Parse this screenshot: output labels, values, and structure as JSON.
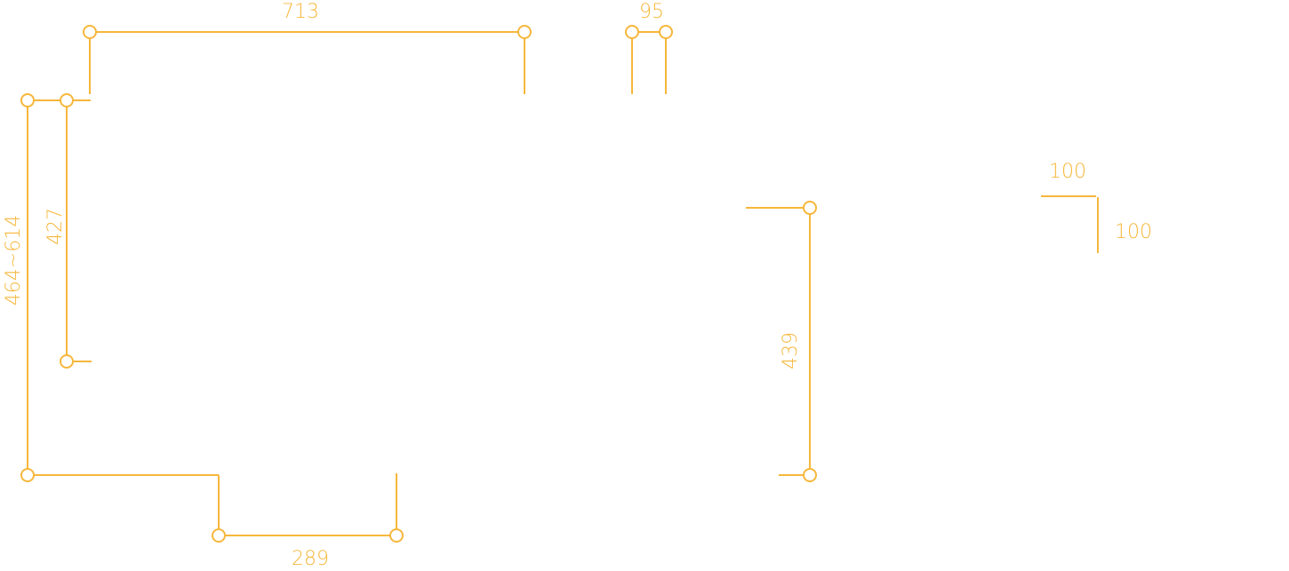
{
  "colors": {
    "accent": "#f6b73c",
    "background": "#ffffff"
  },
  "dimensions": {
    "top_width": "713",
    "top_gap": "95",
    "inner_height": "427",
    "outer_height": "464~614",
    "bottom_width": "289",
    "right_height": "439",
    "corner_horizontal": "100",
    "corner_vertical": "100"
  }
}
